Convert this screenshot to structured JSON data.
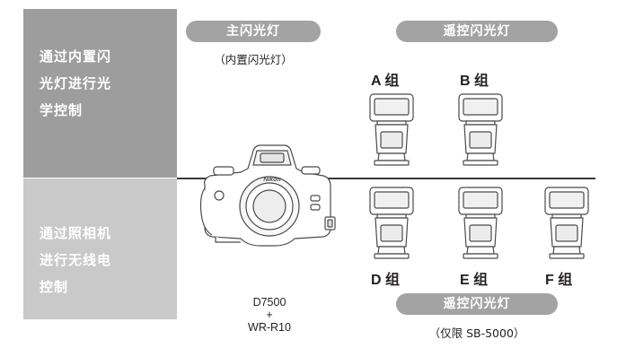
{
  "left_panel": {
    "top_label": "通过内置闪\n光灯进行光\n学控制",
    "bottom_label": "通过照相机\n进行无线电\n控制"
  },
  "master": {
    "pill_label": "主闪光灯",
    "note": "（内置闪光灯）"
  },
  "remote_top": {
    "pill_label": "遥控闪光灯"
  },
  "remote_bottom": {
    "pill_label": "遥控闪光灯",
    "note": "（仅限 SB-5000）"
  },
  "groups": {
    "a": "A 组",
    "b": "B 组",
    "d": "D 组",
    "e": "E 组",
    "f": "F 组"
  },
  "camera": {
    "brand": "Nikon",
    "model_lines": "D7500\n+\nWR-R10"
  },
  "colors": {
    "top_panel": "#9d9d9d",
    "bottom_panel": "#c9c9c9",
    "pill": "#a3a3a3"
  }
}
